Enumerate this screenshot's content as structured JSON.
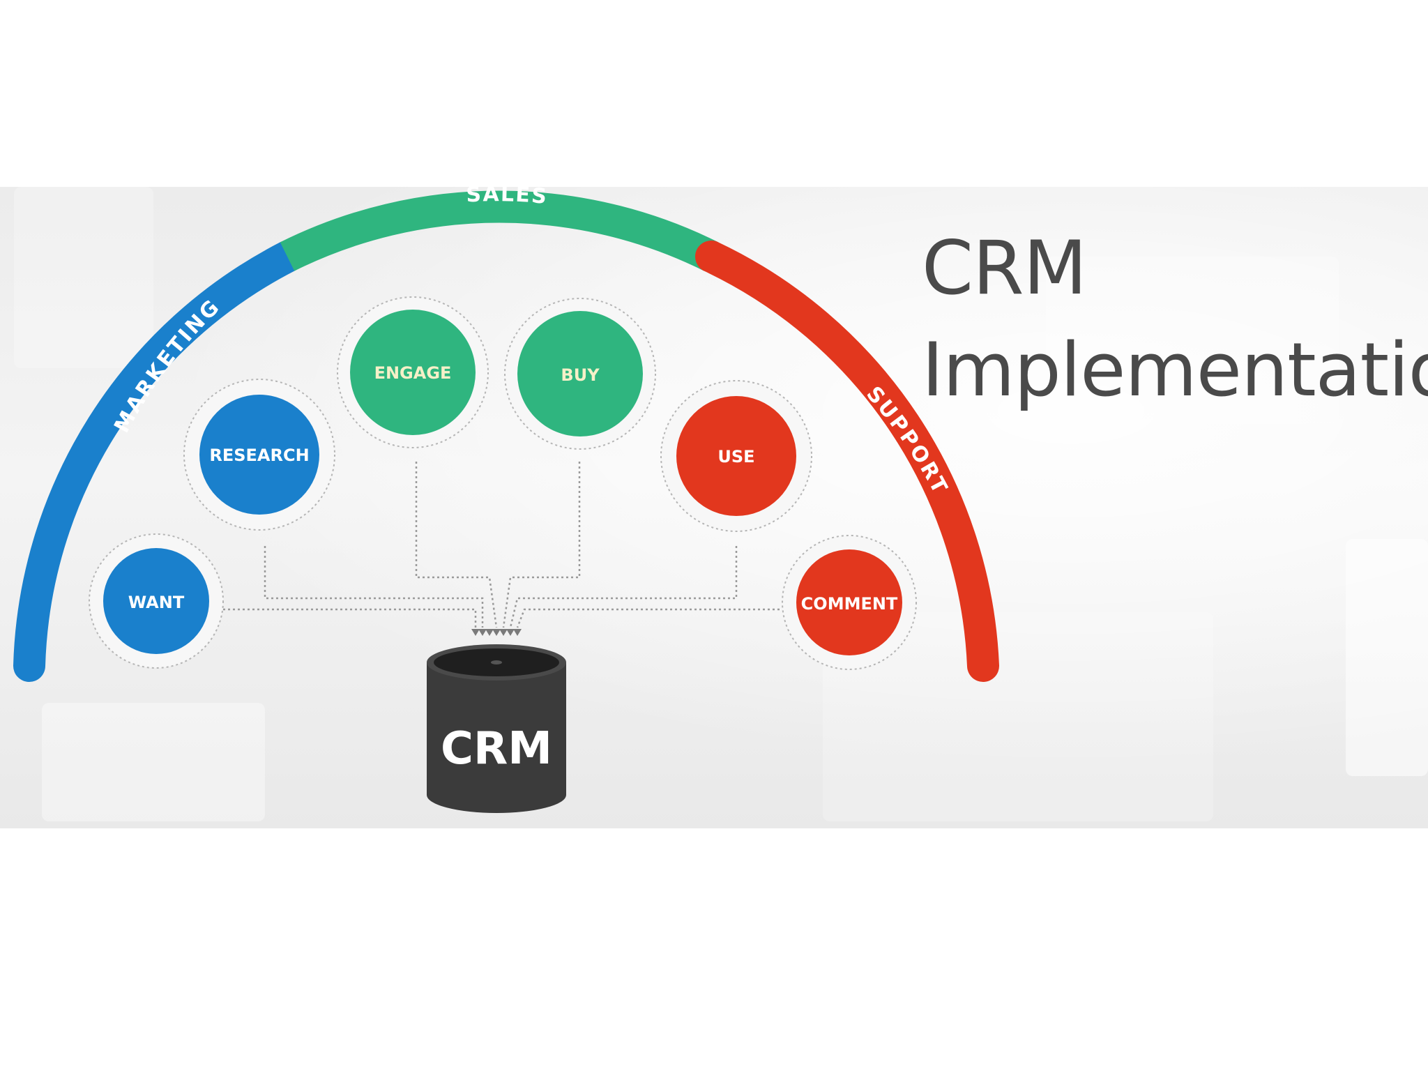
{
  "title": {
    "line1": "CRM",
    "line2": "Implementation"
  },
  "arc_labels": {
    "marketing": "MARKETING",
    "sales": "SALES",
    "support": "SUPPORT"
  },
  "nodes": {
    "want": "WANT",
    "research": "RESEARCH",
    "engage": "ENGAGE",
    "buy": "BUY",
    "use": "USE",
    "comment": "COMMENT"
  },
  "database_label": "CRM",
  "colors": {
    "marketing": "#1a80cc",
    "sales": "#2fb57f",
    "support": "#e2371e",
    "database": "#3b3b3b",
    "title": "#4a4a4a"
  }
}
